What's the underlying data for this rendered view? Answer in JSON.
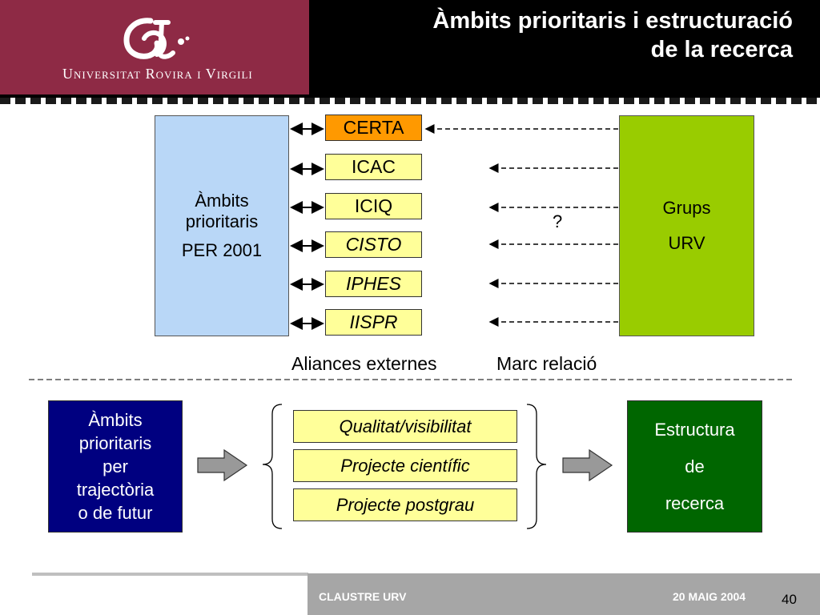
{
  "header": {
    "university": "Universitat Rovira i Virgili",
    "title_line1": "Àmbits prioritaris i estructuració",
    "title_line2": "de la recerca"
  },
  "diagram_top": {
    "left_box": {
      "line1": "Àmbits",
      "line2": "prioritaris",
      "line3": "PER 2001",
      "color": "#b9d7f7"
    },
    "right_box": {
      "line1": "Grups",
      "line2": "URV",
      "color": "#99cc00"
    },
    "institutes": [
      {
        "label": "CERTA"
      },
      {
        "label": "ICAC"
      },
      {
        "label": "ICIQ"
      },
      {
        "label": "CISTO"
      },
      {
        "label": "IPHES"
      },
      {
        "label": "IISPR"
      }
    ],
    "question": "?",
    "label_left": "Aliances externes",
    "label_right": "Marc relació"
  },
  "diagram_bottom": {
    "left_box": {
      "line1": "Àmbits",
      "line2": "prioritaris",
      "line3": "per",
      "line4": "trajectòria",
      "line5": "o de futur",
      "color": "#000080"
    },
    "criteria": [
      "Qualitat/visibilitat",
      "Projecte científic",
      "Projecte postgrau"
    ],
    "right_box": {
      "line1": "Estructura",
      "line2": "de",
      "line3": "recerca",
      "color": "#006600"
    }
  },
  "footer": {
    "left": "CLAUSTRE URV",
    "date": "20 MAIG 2004",
    "page": "40"
  },
  "colors": {
    "header_maroon": "#8e2a45",
    "header_black": "#000000",
    "institute_highlight": "#ff9900",
    "institute_fill": "#ffff99",
    "footer_gray": "#a6a6a6"
  }
}
